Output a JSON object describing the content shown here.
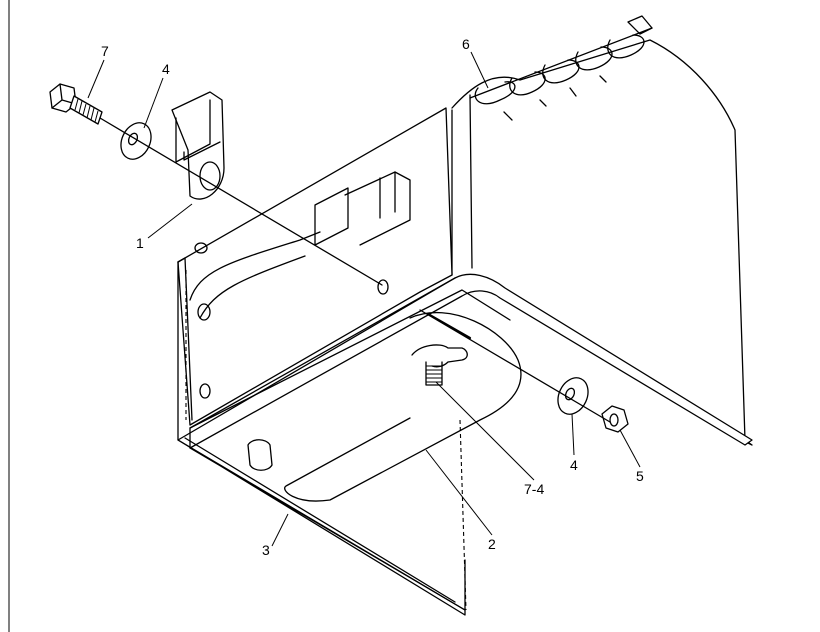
{
  "callouts": [
    {
      "id": "c7",
      "label": "7"
    },
    {
      "id": "c4a",
      "label": "4"
    },
    {
      "id": "c1",
      "label": "1"
    },
    {
      "id": "c6",
      "label": "6"
    },
    {
      "id": "c74",
      "label": "7-4"
    },
    {
      "id": "c4b",
      "label": "4"
    },
    {
      "id": "c5",
      "label": "5"
    },
    {
      "id": "c2",
      "label": "2"
    },
    {
      "id": "c3",
      "label": "3"
    }
  ]
}
